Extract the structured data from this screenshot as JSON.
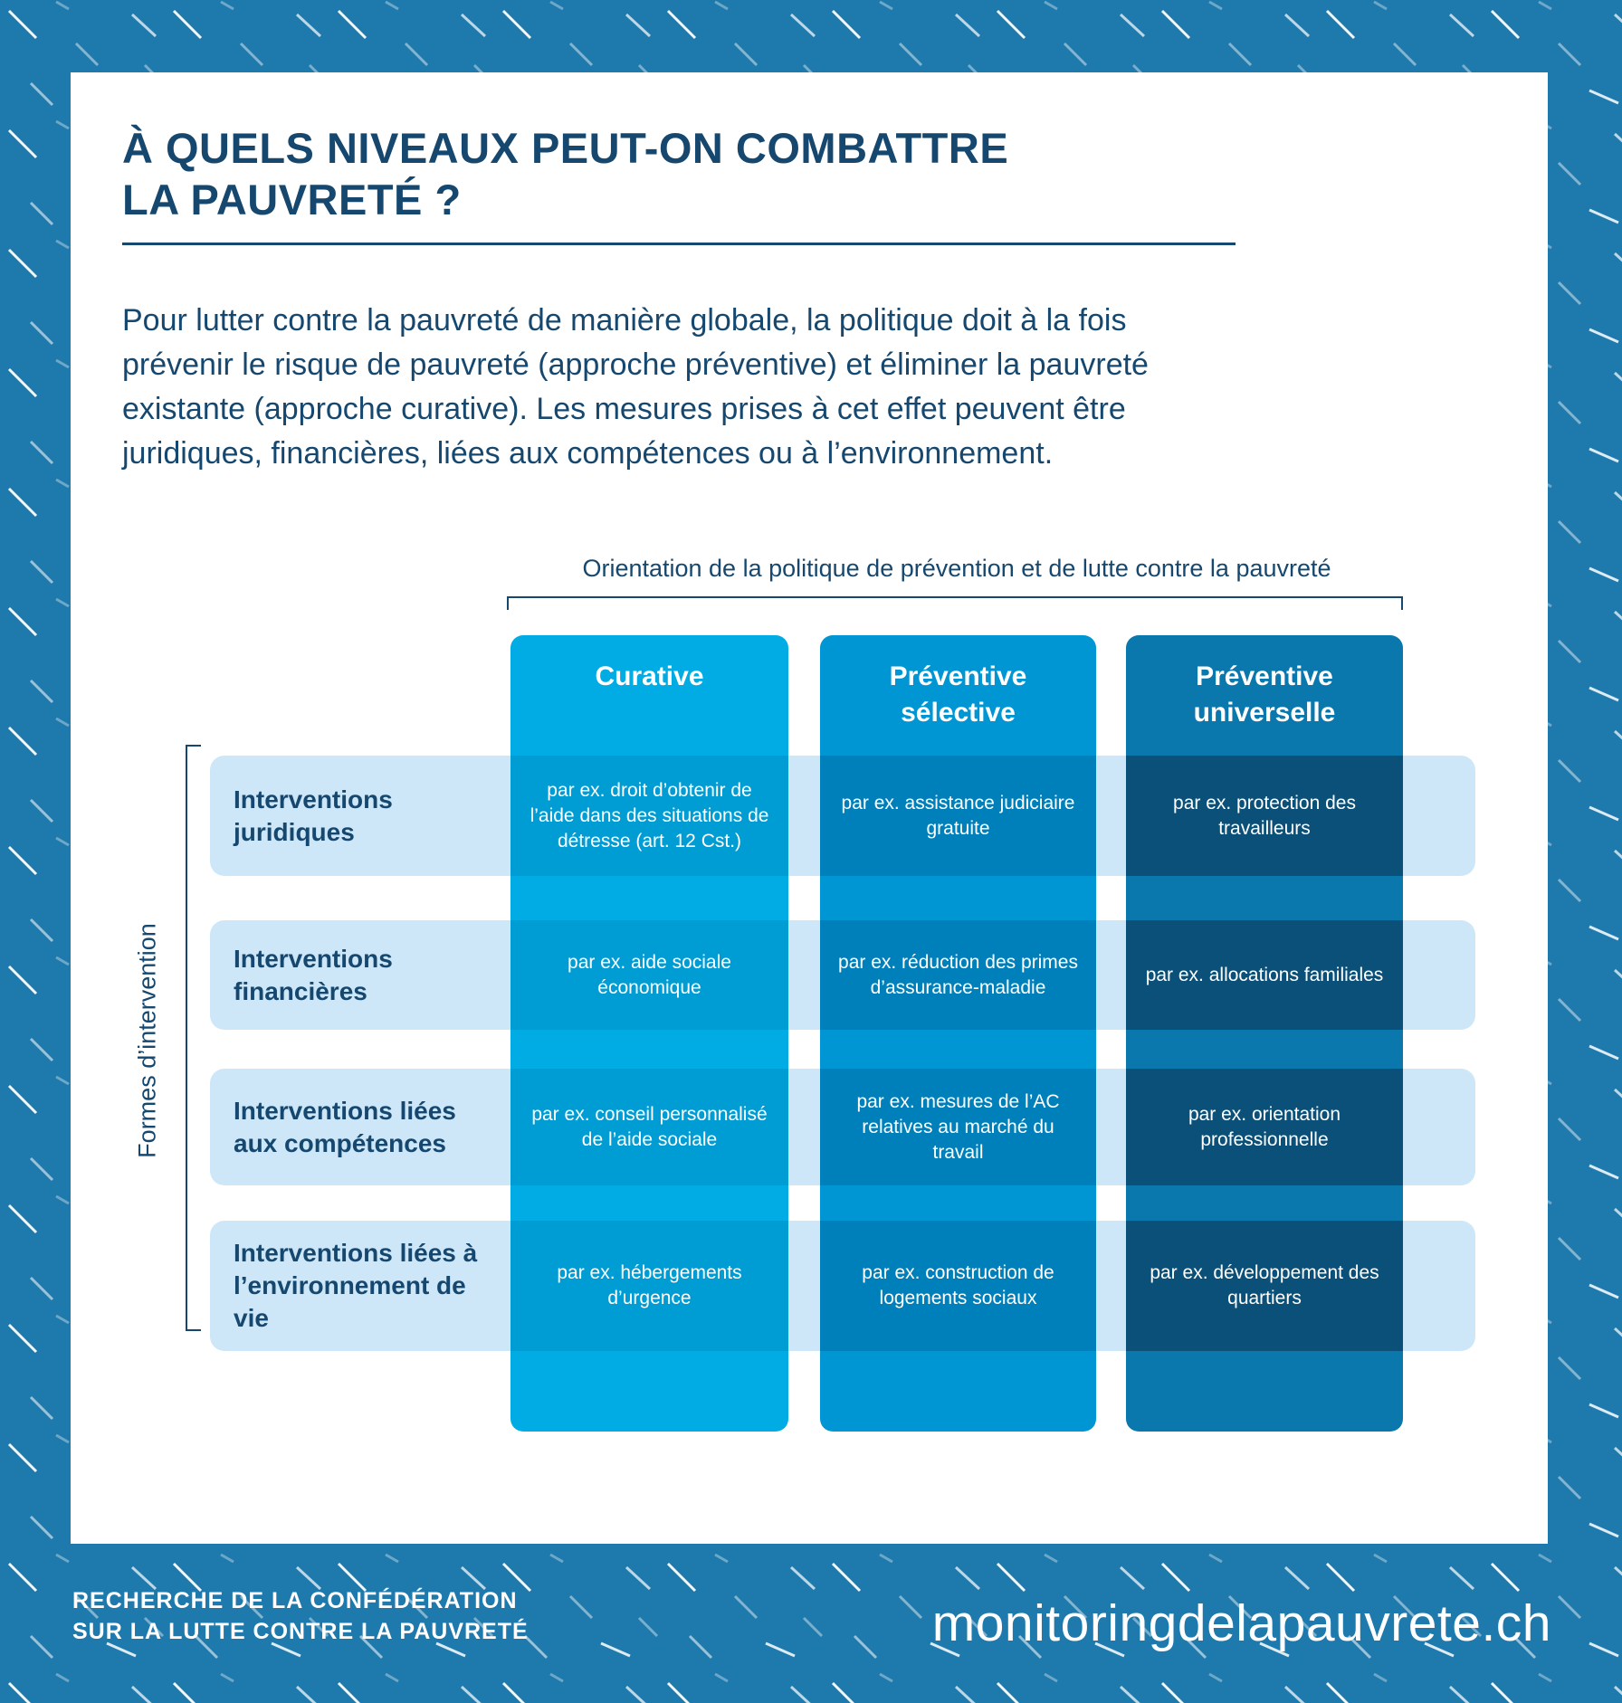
{
  "page": {
    "title_line1": "À QUELS NIVEAUX PEUT-ON COMBATTRE",
    "title_line2": "LA PAUVRETÉ ?",
    "intro": "Pour lutter contre la pauvreté de manière globale, la politique doit à la fois prévenir le risque de pauvreté (approche préventive) et éliminer la pauvreté existante (approche curative). Les mesures prises à cet effet peuvent être juridiques, financières, liées aux compétences ou à l’environnement."
  },
  "matrix": {
    "column_axis_label": "Orientation de la politique de prévention et de lutte contre la pauvreté",
    "row_axis_label": "Formes d’intervention",
    "columns": [
      {
        "label": "Curative",
        "color": "#00ACE3",
        "cell_color": "#009CD4"
      },
      {
        "label": "Préventive sélective",
        "color": "#0095D3",
        "cell_color": "#0080BA"
      },
      {
        "label": "Préventive universelle",
        "color": "#0A77AD",
        "cell_color": "#0B5078"
      }
    ],
    "rows": [
      {
        "label": "Interventions juridiques",
        "cells": [
          "par ex. droit d’obtenir de l’aide dans des situations de détresse (art. 12 Cst.)",
          "par ex. assistance judiciaire gratuite",
          "par ex. protection des travailleurs"
        ]
      },
      {
        "label": "Interventions financières",
        "cells": [
          "par ex. aide sociale économique",
          "par ex. réduction des primes d’assurance-maladie",
          "par ex. allocations familiales"
        ]
      },
      {
        "label": "Interventions liées aux compétences",
        "cells": [
          "par ex. conseil personnalisé de l’aide sociale",
          "par ex. mesures de l’AC relatives au marché du travail",
          "par ex. orientation professionnelle"
        ]
      },
      {
        "label": "Interventions liées à l’environnement de vie",
        "cells": [
          "par ex. hébergements d’urgence",
          "par ex. construction de logements sociaux",
          "par ex. développement des quartiers"
        ]
      }
    ]
  },
  "footer": {
    "credit_line1": "RECHERCHE DE LA CONFÉDÉRATION",
    "credit_line2": "SUR LA LUTTE CONTRE LA PAUVRETÉ",
    "website": "monitoringdelapauvrete.ch"
  },
  "colors": {
    "border_blue": "#1E79AC",
    "navy_text": "#16486F",
    "row_band": "#CDE7F9",
    "card_bg": "#FFFFFF",
    "dash_white": "#FFFFFF"
  }
}
